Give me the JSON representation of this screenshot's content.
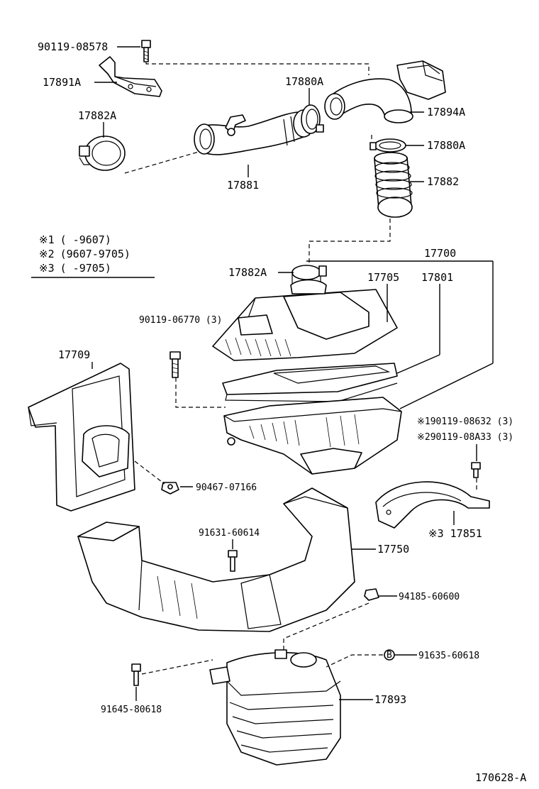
{
  "legend": {
    "rows": [
      {
        "mark": "※1",
        "range": "(      -9607)"
      },
      {
        "mark": "※2",
        "range": "(9607-9705)"
      },
      {
        "mark": "※3",
        "range": "(      -9705)"
      }
    ]
  },
  "labels": {
    "bolt_top": "90119-08578",
    "bracket": "17891A",
    "clamp_left": "17882A",
    "clamp_mid": "17880A",
    "hose_elbow": "17894A",
    "clamp_right": "17880A",
    "hose_bellows": "17882",
    "hose_main": "17881",
    "assembly": "17700",
    "clamp_lower": "17882A",
    "cap": "17705",
    "element": "17801",
    "bolt_case": "90119-06770 (3)",
    "duct_side": "17709",
    "clip": "90467-07166",
    "bolt_note1": "※190119-08632 (3)",
    "bolt_note2": "※290119-08A33 (3)",
    "bracket_right": "※3 17851",
    "bolt_duct": "91631-60614",
    "duct_inlet": "17750",
    "nut": "94185-60600",
    "bolt_b": "91635-60618",
    "bolt_bottom": "91645-80618",
    "resonator": "17893",
    "b_mark": "B",
    "diagram_id": "170628-A"
  }
}
